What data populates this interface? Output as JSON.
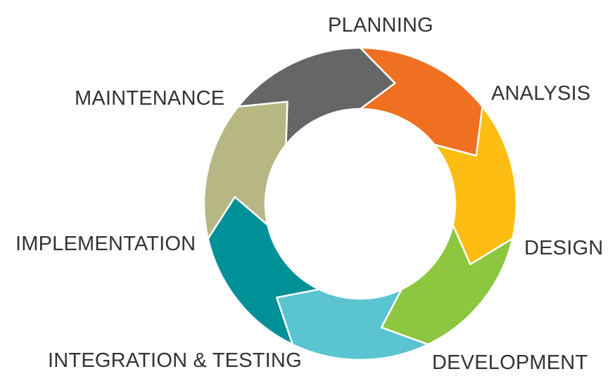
{
  "stages": [
    {
      "key": "planning",
      "label": "PLANNING",
      "color": "#F07022"
    },
    {
      "key": "analysis",
      "label": "ANALYSIS",
      "color": "#FDBD13"
    },
    {
      "key": "design",
      "label": "DESIGN",
      "color": "#8DC63F"
    },
    {
      "key": "development",
      "label": "DEVELOPMENT",
      "color": "#5BC4D1"
    },
    {
      "key": "integration-testing",
      "label": "INTEGRATION & TESTING",
      "color": "#009098"
    },
    {
      "key": "implementation",
      "label": "IMPLEMENTATION",
      "color": "#B7B784"
    },
    {
      "key": "maintenance",
      "label": "MAINTENANCE",
      "color": "#666666"
    }
  ]
}
